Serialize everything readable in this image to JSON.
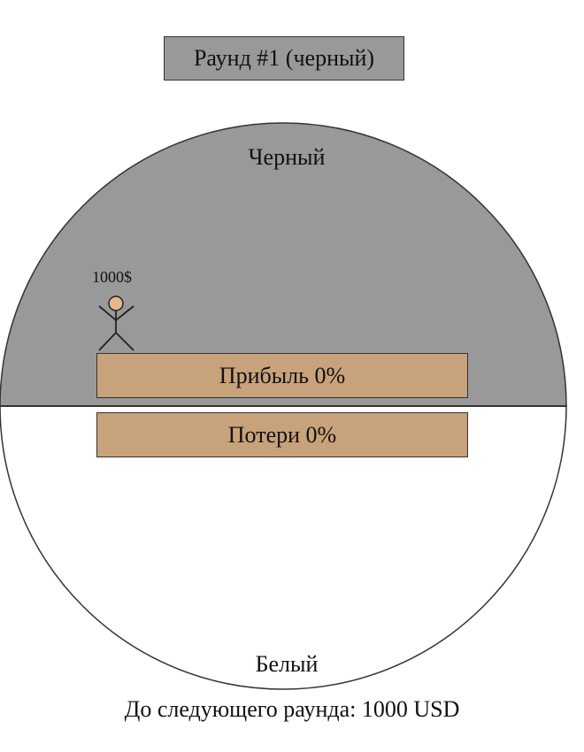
{
  "round": {
    "title": "Раунд #1 (черный)"
  },
  "board": {
    "black_label": "Черный",
    "white_label": "Белый",
    "colors": {
      "black_half": "#999999",
      "white_half": "#ffffff",
      "bar_fill": "#c8a27a",
      "player_head": "#e2b98c"
    }
  },
  "player": {
    "icon": "stick-figure-icon",
    "money": "1000$"
  },
  "profit": {
    "label": "Прибыль 0%"
  },
  "loss": {
    "label": "Потери 0%"
  },
  "footer": {
    "next_round": "До следующего раунда: 1000 USD"
  }
}
